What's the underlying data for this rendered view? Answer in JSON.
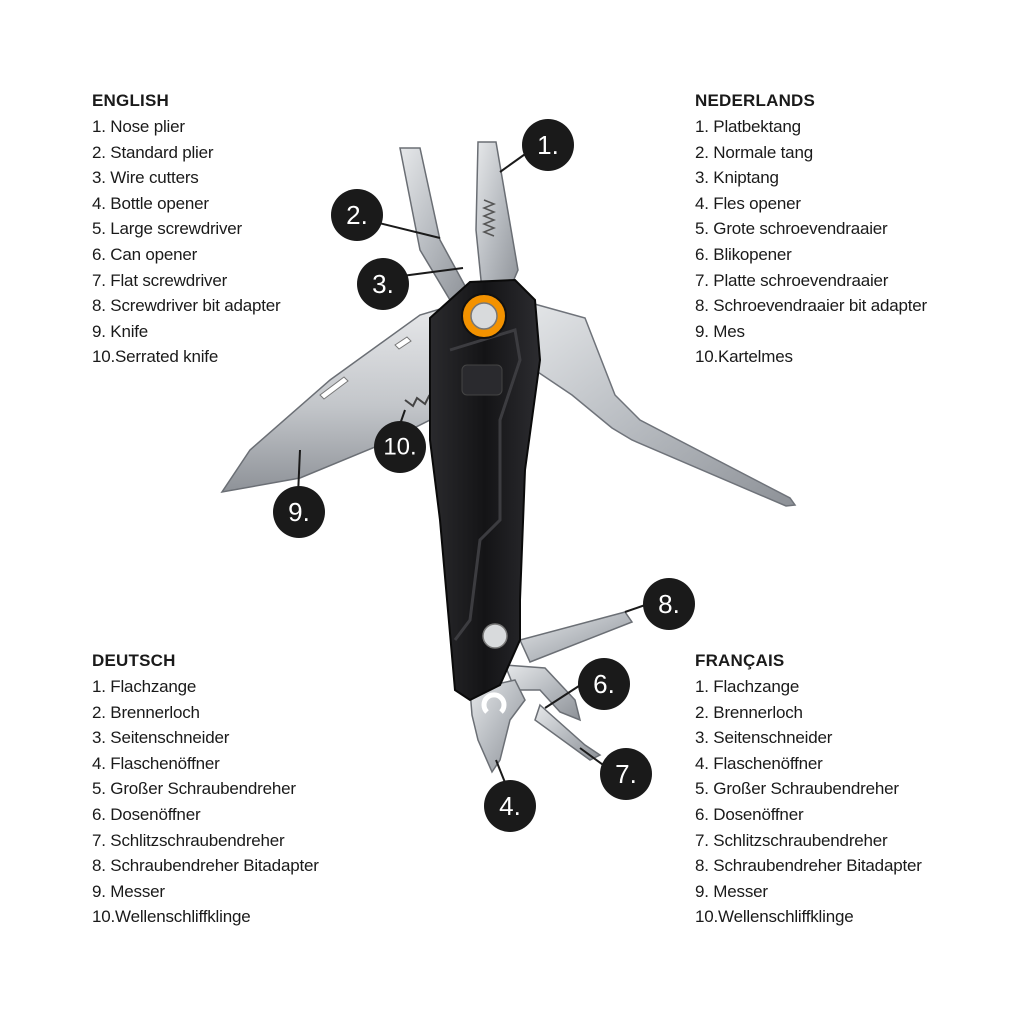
{
  "legends": {
    "english": {
      "title": "ENGLISH",
      "items": [
        "1. Nose plier",
        "2. Standard plier",
        "3. Wire cutters",
        "4. Bottle opener",
        "5. Large screwdriver",
        "6. Can opener",
        "7. Flat screwdriver",
        "8. Screwdriver bit adapter",
        "9. Knife",
        "10.Serrated knife"
      ]
    },
    "nederlands": {
      "title": "NEDERLANDS",
      "items": [
        "1. Platbektang",
        "2. Normale tang",
        "3. Kniptang",
        "4. Fles opener",
        "5. Grote schroevendraaier",
        "6. Blikopener",
        "7. Platte schroevendraaier",
        "8. Schroevendraaier bit adapter",
        "9. Mes",
        "10.Kartelmes"
      ]
    },
    "deutsch": {
      "title": "DEUTSCH",
      "items": [
        "1. Flachzange",
        "2. Brennerloch",
        "3. Seitenschneider",
        "4. Flaschenöffner",
        "5. Großer Schraubendreher",
        "6. Dosenöffner",
        "7. Schlitzschraubendreher",
        "8. Schraubendreher Bitadapter",
        "9. Messer",
        "10.Wellenschliffklinge"
      ]
    },
    "francais": {
      "title": "FRANÇAIS",
      "items": [
        "1. Flachzange",
        "2. Brennerloch",
        "3. Seitenschneider",
        "4. Flaschenöffner",
        "5. Großer Schraubendreher",
        "6. Dosenöffner",
        "7. Schlitzschraubendreher",
        "8. Schraubendreher Bitadapter",
        "9. Messer",
        "10.Wellenschliffklinge"
      ]
    }
  },
  "callouts": [
    "1.",
    "2.",
    "3.",
    "4.",
    "6.",
    "7.",
    "8.",
    "9.",
    "10."
  ],
  "colors": {
    "handle": "#1c1c1e",
    "steel": "#c9ccd0",
    "accent": "#f39200",
    "callout": "#1a1a1a"
  }
}
